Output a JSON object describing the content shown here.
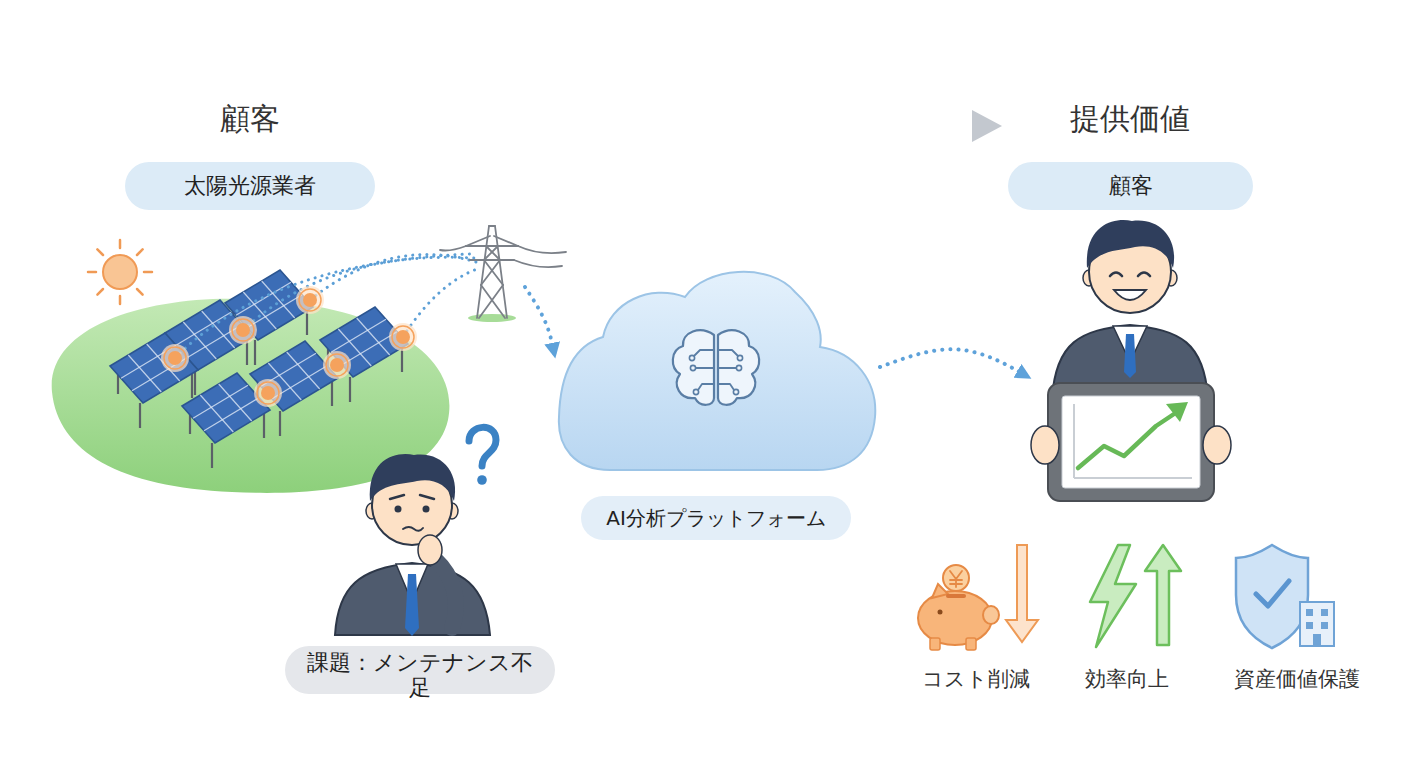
{
  "diagram": {
    "nodes": [
      {
        "text": [
          "太陽光源業者"
        ]
      },
      {
        "text": [
          "課題：メンテナンス不足"
        ]
      },
      {
        "text": [
          "AI分析プラットフォーム"
        ]
      },
      {
        "text": [
          "顧客"
        ]
      }
    ],
    "edges": [
      {
        "from": 0,
        "to": 2,
        "arrow": "to"
      },
      {
        "from": 2,
        "to": 3,
        "arrow": "to"
      }
    ],
    "labels": [
      "顧客",
      "提供価値",
      "コスト削減",
      "効率向上",
      "資産価値保護"
    ]
  }
}
